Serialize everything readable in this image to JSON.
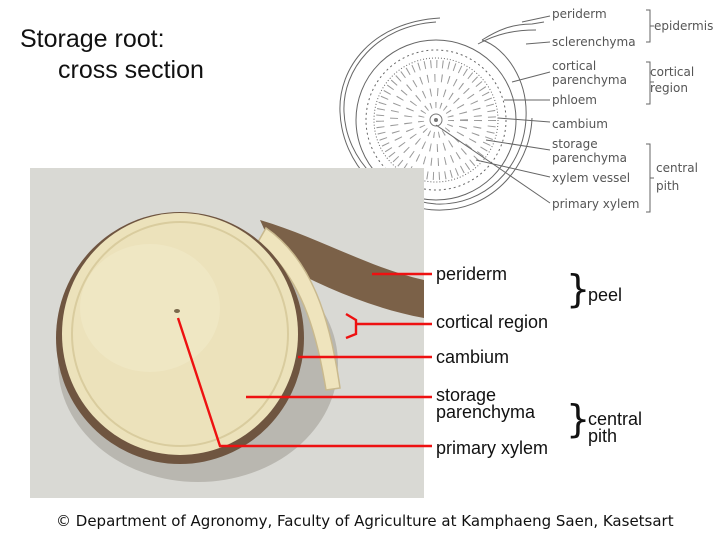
{
  "title": {
    "line1": "Storage root:",
    "line2": "cross section"
  },
  "diagram": {
    "labels": [
      "periderm",
      "sclerenchyma",
      "cortical",
      "parenchyma",
      "phloem",
      "cambium",
      "storage",
      "parenchyma",
      "xylem vessel",
      "primary xylem"
    ],
    "groups": {
      "epidermis": "epidermis",
      "cortical_1": "cortical",
      "cortical_2": "region",
      "central_1": "central",
      "central_2": "pith"
    }
  },
  "photo_labels": {
    "periderm": "periderm",
    "cortical_region": "cortical region",
    "cambium": "cambium",
    "storage_1": "storage",
    "storage_2": "parenchyma",
    "primary_xylem": "primary xylem",
    "peel": "peel",
    "central_1": "central",
    "central_2": "pith"
  },
  "footer": "© Department of Agronomy, Faculty of Agriculture at Kamphaeng Saen, Kasetsart",
  "colors": {
    "leader_line": "#ee1111",
    "flesh": "#e9dfb7",
    "peel": "#7b6148"
  }
}
